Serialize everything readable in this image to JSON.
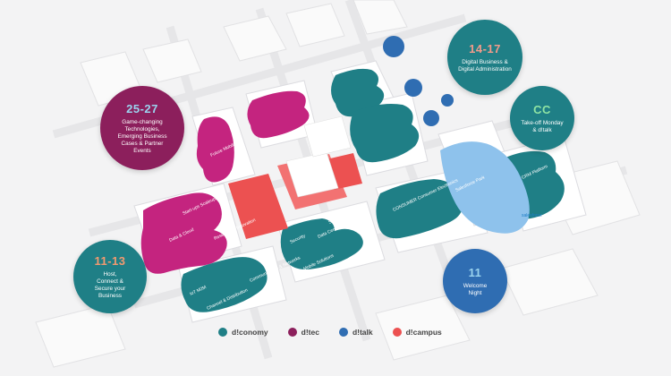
{
  "colors": {
    "deconomy": "#1f7f86",
    "detec": "#8c1f5c",
    "dtalk": "#2f6db2",
    "dcampus": "#ec5151",
    "salesforce": "#8ec2ec"
  },
  "circles": [
    {
      "key": "left_top",
      "days": "25-27",
      "days_color": "#9ad3ee",
      "desc": [
        "Game-changing",
        "Technologies,",
        "Emerging Business",
        "Cases & Partner",
        "Events"
      ],
      "bg": "#8c1f5c"
    },
    {
      "key": "left_bottom",
      "days": "11-13",
      "days_color": "#f39a70",
      "desc": [
        "Host,",
        "Connect &",
        "Secure your",
        "Business"
      ],
      "bg": "#1f7f86"
    },
    {
      "key": "right_top",
      "days": "14-17",
      "days_color": "#f29b8a",
      "desc": [
        "Digital Business &",
        "Digital Administration"
      ],
      "bg": "#1f7f86"
    },
    {
      "key": "right_mid",
      "days": "CC",
      "days_color": "#8fe3a3",
      "desc": [
        "Take-off Monday",
        "& d!talk"
      ],
      "bg": "#1f7f86"
    },
    {
      "key": "right_bottom",
      "days": "11",
      "days_color": "#9ad3ee",
      "desc": [
        "Welcome",
        "Night"
      ],
      "bg": "#2f6db2"
    }
  ],
  "legend": [
    {
      "label": "d!conomy",
      "color": "#1f7f86"
    },
    {
      "label": "d!tec",
      "color": "#8c1f5c"
    },
    {
      "label": "d!talk",
      "color": "#2f6db2"
    },
    {
      "label": "d!campus",
      "color": "#ec5151"
    }
  ],
  "map_labels": [
    {
      "text": "Start-ups Scaleups",
      "rot": -25
    },
    {
      "text": "Research & Innovation",
      "rot": -25
    },
    {
      "text": "Data & Cloud",
      "rot": -25
    },
    {
      "text": "Future Mobility",
      "rot": -25
    },
    {
      "text": "Security",
      "rot": -25
    },
    {
      "text": "Data Center",
      "rot": -25
    },
    {
      "text": "Server & Storage",
      "rot": -25
    },
    {
      "text": "Mobile Solutions",
      "rot": -25
    },
    {
      "text": "IoT M2M",
      "rot": -25
    },
    {
      "text": "Channel & Distribution",
      "rot": -25
    },
    {
      "text": "Communication & Networks",
      "rot": -25
    },
    {
      "text": "CONSUMER Consumer Electronics",
      "rot": -25
    },
    {
      "text": "Salesforce Park",
      "rot": -25
    },
    {
      "text": "CRM Platform",
      "rot": -25
    },
    {
      "text": "salesforce",
      "rot": 0
    }
  ]
}
